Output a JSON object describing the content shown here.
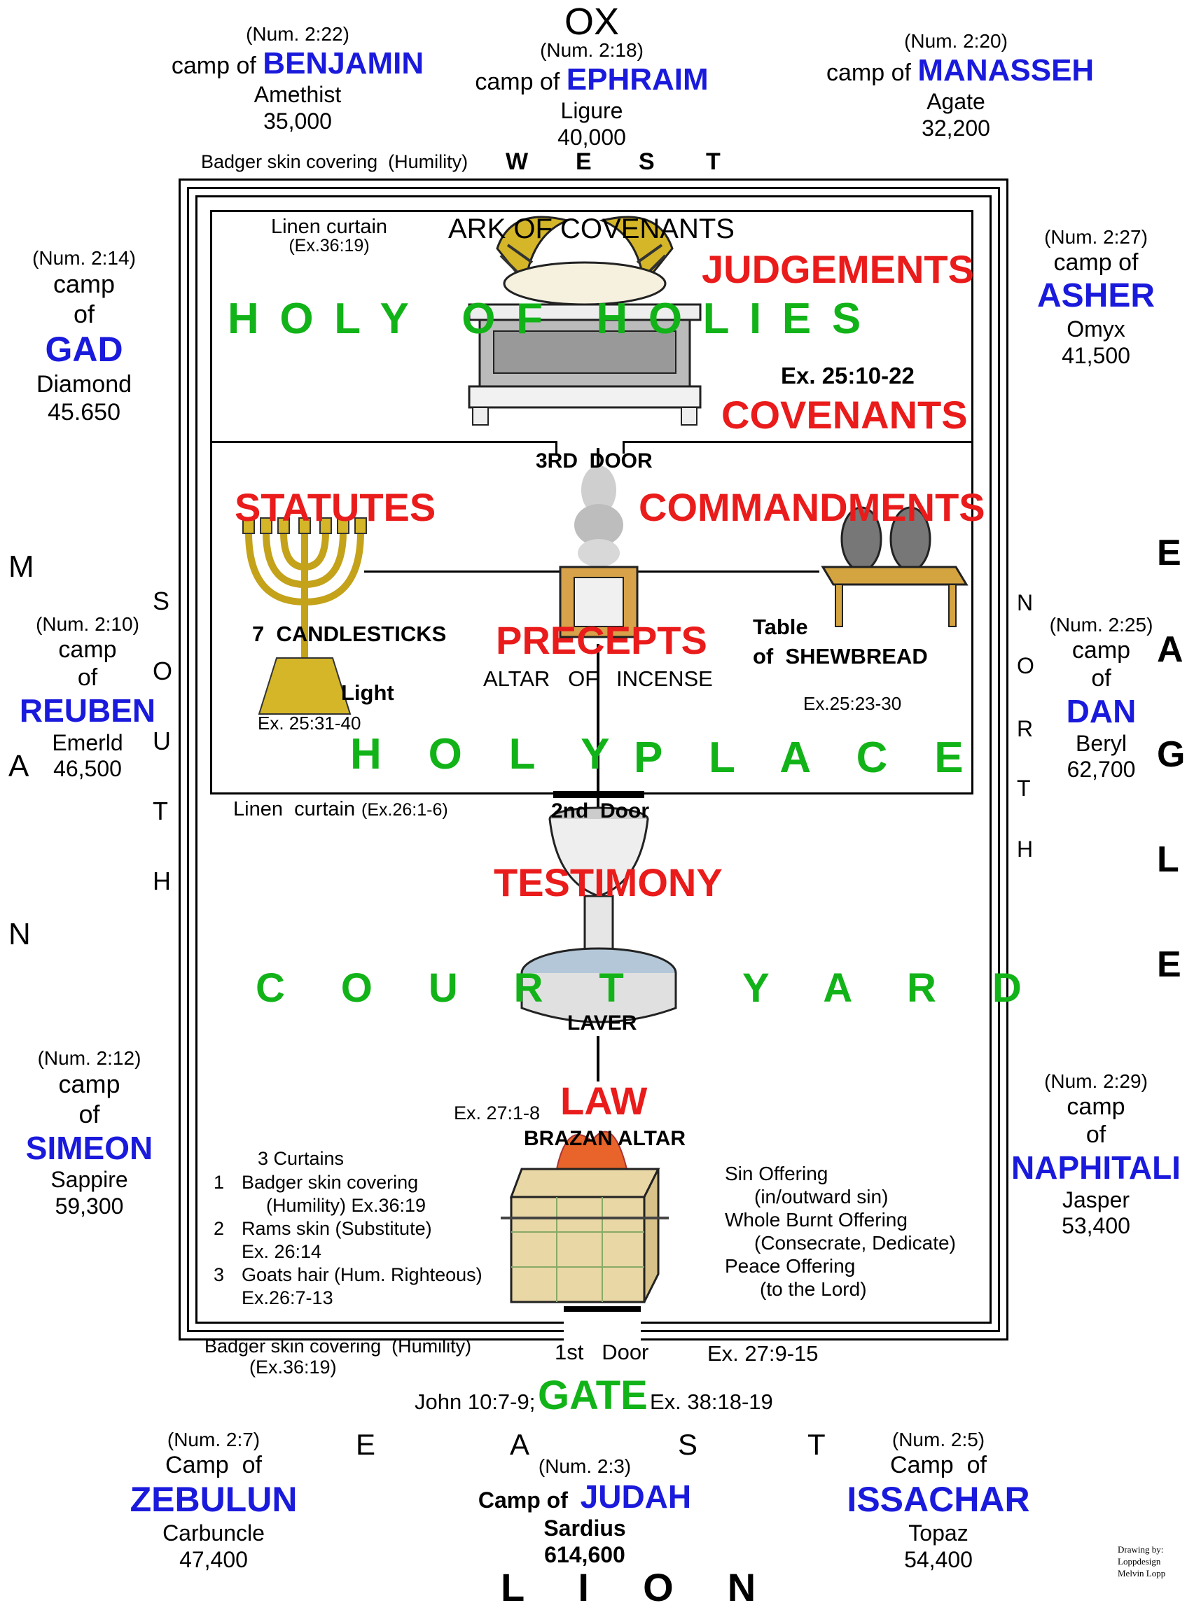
{
  "top": {
    "ox": "OX",
    "west_letters": [
      "W",
      "E",
      "S",
      "T"
    ],
    "badger_top": "Badger skin covering",
    "badger_top_humility": "(Humility)"
  },
  "camps": {
    "benjamin": {
      "ref": "(Num. 2:22)",
      "prefix": "camp of",
      "name": "BENJAMIN",
      "stone": "Amethist",
      "count": "35,000"
    },
    "ephraim": {
      "ref": "(Num. 2:18)",
      "prefix": "camp of",
      "name": "EPHRAIM",
      "stone": "Ligure",
      "count": "40,000"
    },
    "manasseh": {
      "ref": "(Num. 2:20)",
      "prefix": "camp of",
      "name": "MANASSEH",
      "stone": "Agate",
      "count": "32,200"
    },
    "gad": {
      "ref": "(Num. 2:14)",
      "prefix1": "camp",
      "prefix2": "of",
      "name": "GAD",
      "stone": "Diamond",
      "count": "45.650"
    },
    "reuben": {
      "ref": "(Num. 2:10)",
      "prefix1": "camp",
      "prefix2": "of",
      "name": "REUBEN",
      "stone": "Emerld",
      "count": "46,500"
    },
    "simeon": {
      "ref": "(Num. 2:12)",
      "prefix1": "camp",
      "prefix2": "of",
      "name": "SIMEON",
      "stone": "Sappire",
      "count": "59,300"
    },
    "asher": {
      "ref": "(Num. 2:27)",
      "prefix": "camp of",
      "name": "ASHER",
      "stone": "Omyx",
      "count": "41,500"
    },
    "dan": {
      "ref": "(Num. 2:25)",
      "prefix1": "camp",
      "prefix2": "of",
      "name": "DAN",
      "stone": "Beryl",
      "count": "62,700"
    },
    "naphitali": {
      "ref": "(Num. 2:29)",
      "prefix1": "camp",
      "prefix2": "of",
      "name": "NAPHITALI",
      "stone": "Jasper",
      "count": "53,400"
    },
    "zebulun": {
      "ref": "(Num. 2:7)",
      "prefix": "Camp  of",
      "name": "ZEBULUN",
      "stone": "Carbuncle",
      "count": "47,400"
    },
    "judah": {
      "ref": "(Num. 2:3)",
      "prefix": "Camp of",
      "name": "JUDAH",
      "stone": "Sardius",
      "count": "614,600"
    },
    "issachar": {
      "ref": "(Num. 2:5)",
      "prefix": "Camp  of",
      "name": "ISSACHAR",
      "stone": "Topaz",
      "count": "54,400"
    }
  },
  "sides": {
    "man_letters": [
      "M",
      "A",
      "N"
    ],
    "south_letters": [
      "S",
      "O",
      "U",
      "T",
      "H"
    ],
    "north_letters": [
      "N",
      "O",
      "R",
      "T",
      "H"
    ],
    "eagle_letters": [
      "E",
      "A",
      "G",
      "L",
      "E"
    ],
    "east_letters": [
      "E",
      "A",
      "S",
      "T"
    ],
    "lion": "L I O N"
  },
  "holy_of_holies": {
    "linen": "Linen  curtain",
    "linen_ref": "(Ex.36:19)",
    "ark": "ARK  OF  COVENANTS",
    "judgements": "JUDGEMENTS",
    "title": "H O L Y   O F   H O L I E S",
    "ex_ref": "Ex. 25:10-22",
    "covenants": "COVENANTS",
    "door": "3RD  DOOR"
  },
  "holy_place": {
    "statutes": "STATUTES",
    "commandments": "COMMANDMENTS",
    "candlesticks": "7  CANDLESTICKS",
    "light": "Light",
    "candle_ref": "Ex. 25:31-40",
    "precepts": "PRECEPTS",
    "altar_incense": "ALTAR   OF   INCENSE",
    "table": "Table",
    "shewbread": "of  SHEWBREAD",
    "table_ref": "Ex.25:23-30",
    "holy": "H O L Y",
    "place": "P L A C E",
    "linen": "Linen  curtain",
    "linen_ref": "(Ex.26:1-6)",
    "door": "2nd  Door"
  },
  "court": {
    "testimony": "TESTIMONY",
    "court": "C O U R T",
    "yard": "Y A R D",
    "laver": "LAVER",
    "ex_ref": "Ex. 27:1-8",
    "law": "LAW",
    "brazan": "BRAZAN ALTAR",
    "curtains_title": "3 Curtains",
    "curtains": [
      {
        "num": "1",
        "line1": "Badger skin covering",
        "line2": "(Humility)   Ex.36:19"
      },
      {
        "num": "2",
        "line1": "Rams skin (Substitute)",
        "line2": "Ex. 26:14"
      },
      {
        "num": "3",
        "line1": "Goats hair (Hum. Righteous)",
        "line2": "Ex.26:7-13"
      }
    ],
    "offerings": [
      "Sin Offering",
      "(in/outward sin)",
      "Whole Burnt Offering",
      "(Consecrate, Dedicate)",
      "Peace Offering",
      "(to the Lord)"
    ]
  },
  "bottom": {
    "badger": "Badger skin covering",
    "badger_humility": "(Humility)",
    "badger_ref": "(Ex.36:19)",
    "first_door": "1st   Door",
    "gate_ref": "Ex. 27:9-15",
    "john": "John 10:7-9;",
    "gate": "GATE",
    "gate_ex": "Ex. 38:18-19",
    "credit": [
      "Drawing by:",
      "Loppdesign",
      "Melvin Lopp"
    ]
  },
  "colors": {
    "blue": "#1a1adc",
    "red": "#ea1b1b",
    "green": "#12b318"
  }
}
